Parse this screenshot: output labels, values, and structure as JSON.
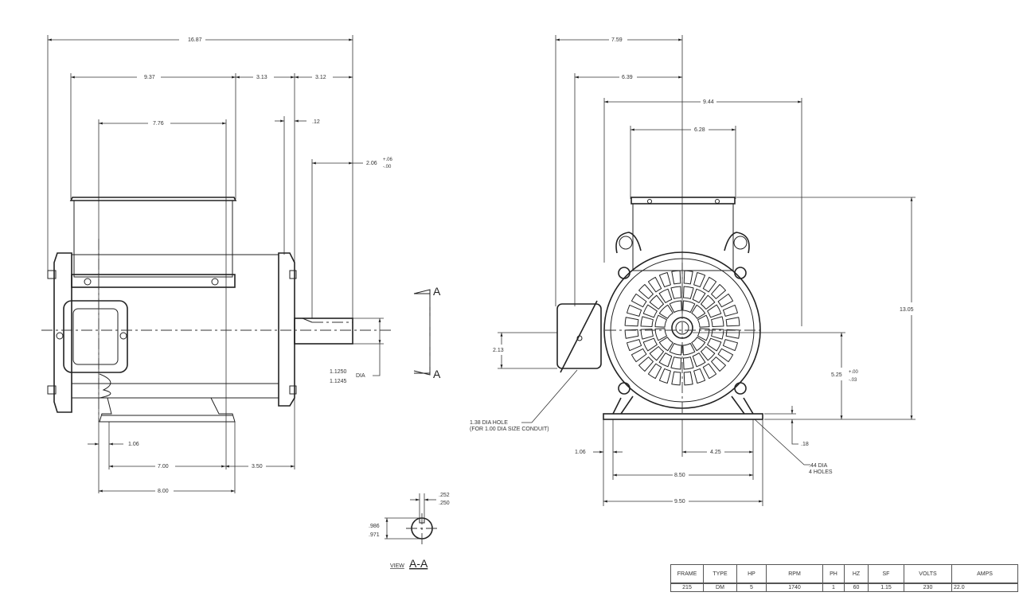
{
  "side_view": {
    "dims": {
      "overall_length": "16.87",
      "d_9_37": "9.37",
      "d_3_13": "3.13",
      "d_3_12": "3.12",
      "d_7_76": "7.76",
      "d_12": ".12",
      "shaft_length": "2.06",
      "shaft_tol_plus": "+.06",
      "shaft_tol_minus": "-.00",
      "shaft_dia_max": "1.1250",
      "shaft_dia_min": "1.1245",
      "shaft_dia_label": "DIA",
      "d_1_06": "1.06",
      "d_7_00": "7.00",
      "d_3_50": "3.50",
      "d_8_00": "8.00"
    },
    "section_mark": "A"
  },
  "end_view": {
    "dims": {
      "d_7_59": "7.59",
      "d_6_39": "6.39",
      "d_9_44": "9.44",
      "d_6_28": "6.28",
      "overall_height": "13.05",
      "shaft_height": "5.25",
      "shaft_height_plus": "+.00",
      "shaft_height_minus": "-.03",
      "d_2_13": "2.13",
      "d_18": ".18",
      "d_1_06": "1.06",
      "d_4_25": "4.25",
      "d_8_50": "8.50",
      "d_9_50": "9.50"
    },
    "conduit_note_1": "1.38 DIA HOLE",
    "conduit_note_2": "(FOR 1.00 DIA SIZE CONDUIT)",
    "hole_note_1": ".44 DIA",
    "hole_note_2": "4 HOLES"
  },
  "view_aa": {
    "key_max": ".252",
    "key_min": ".250",
    "dim_max": ".986",
    "dim_min": ".971",
    "label_prefix": "VIEW",
    "label": "A-A"
  },
  "spec_table": {
    "headers": [
      "FRAME",
      "TYPE",
      "HP",
      "RPM",
      "PH",
      "HZ",
      "SF",
      "VOLTS",
      "AMPS"
    ],
    "values": [
      "215",
      "DM",
      "5",
      "1740",
      "1",
      "60",
      "1.15",
      "230",
      "22.0"
    ]
  }
}
